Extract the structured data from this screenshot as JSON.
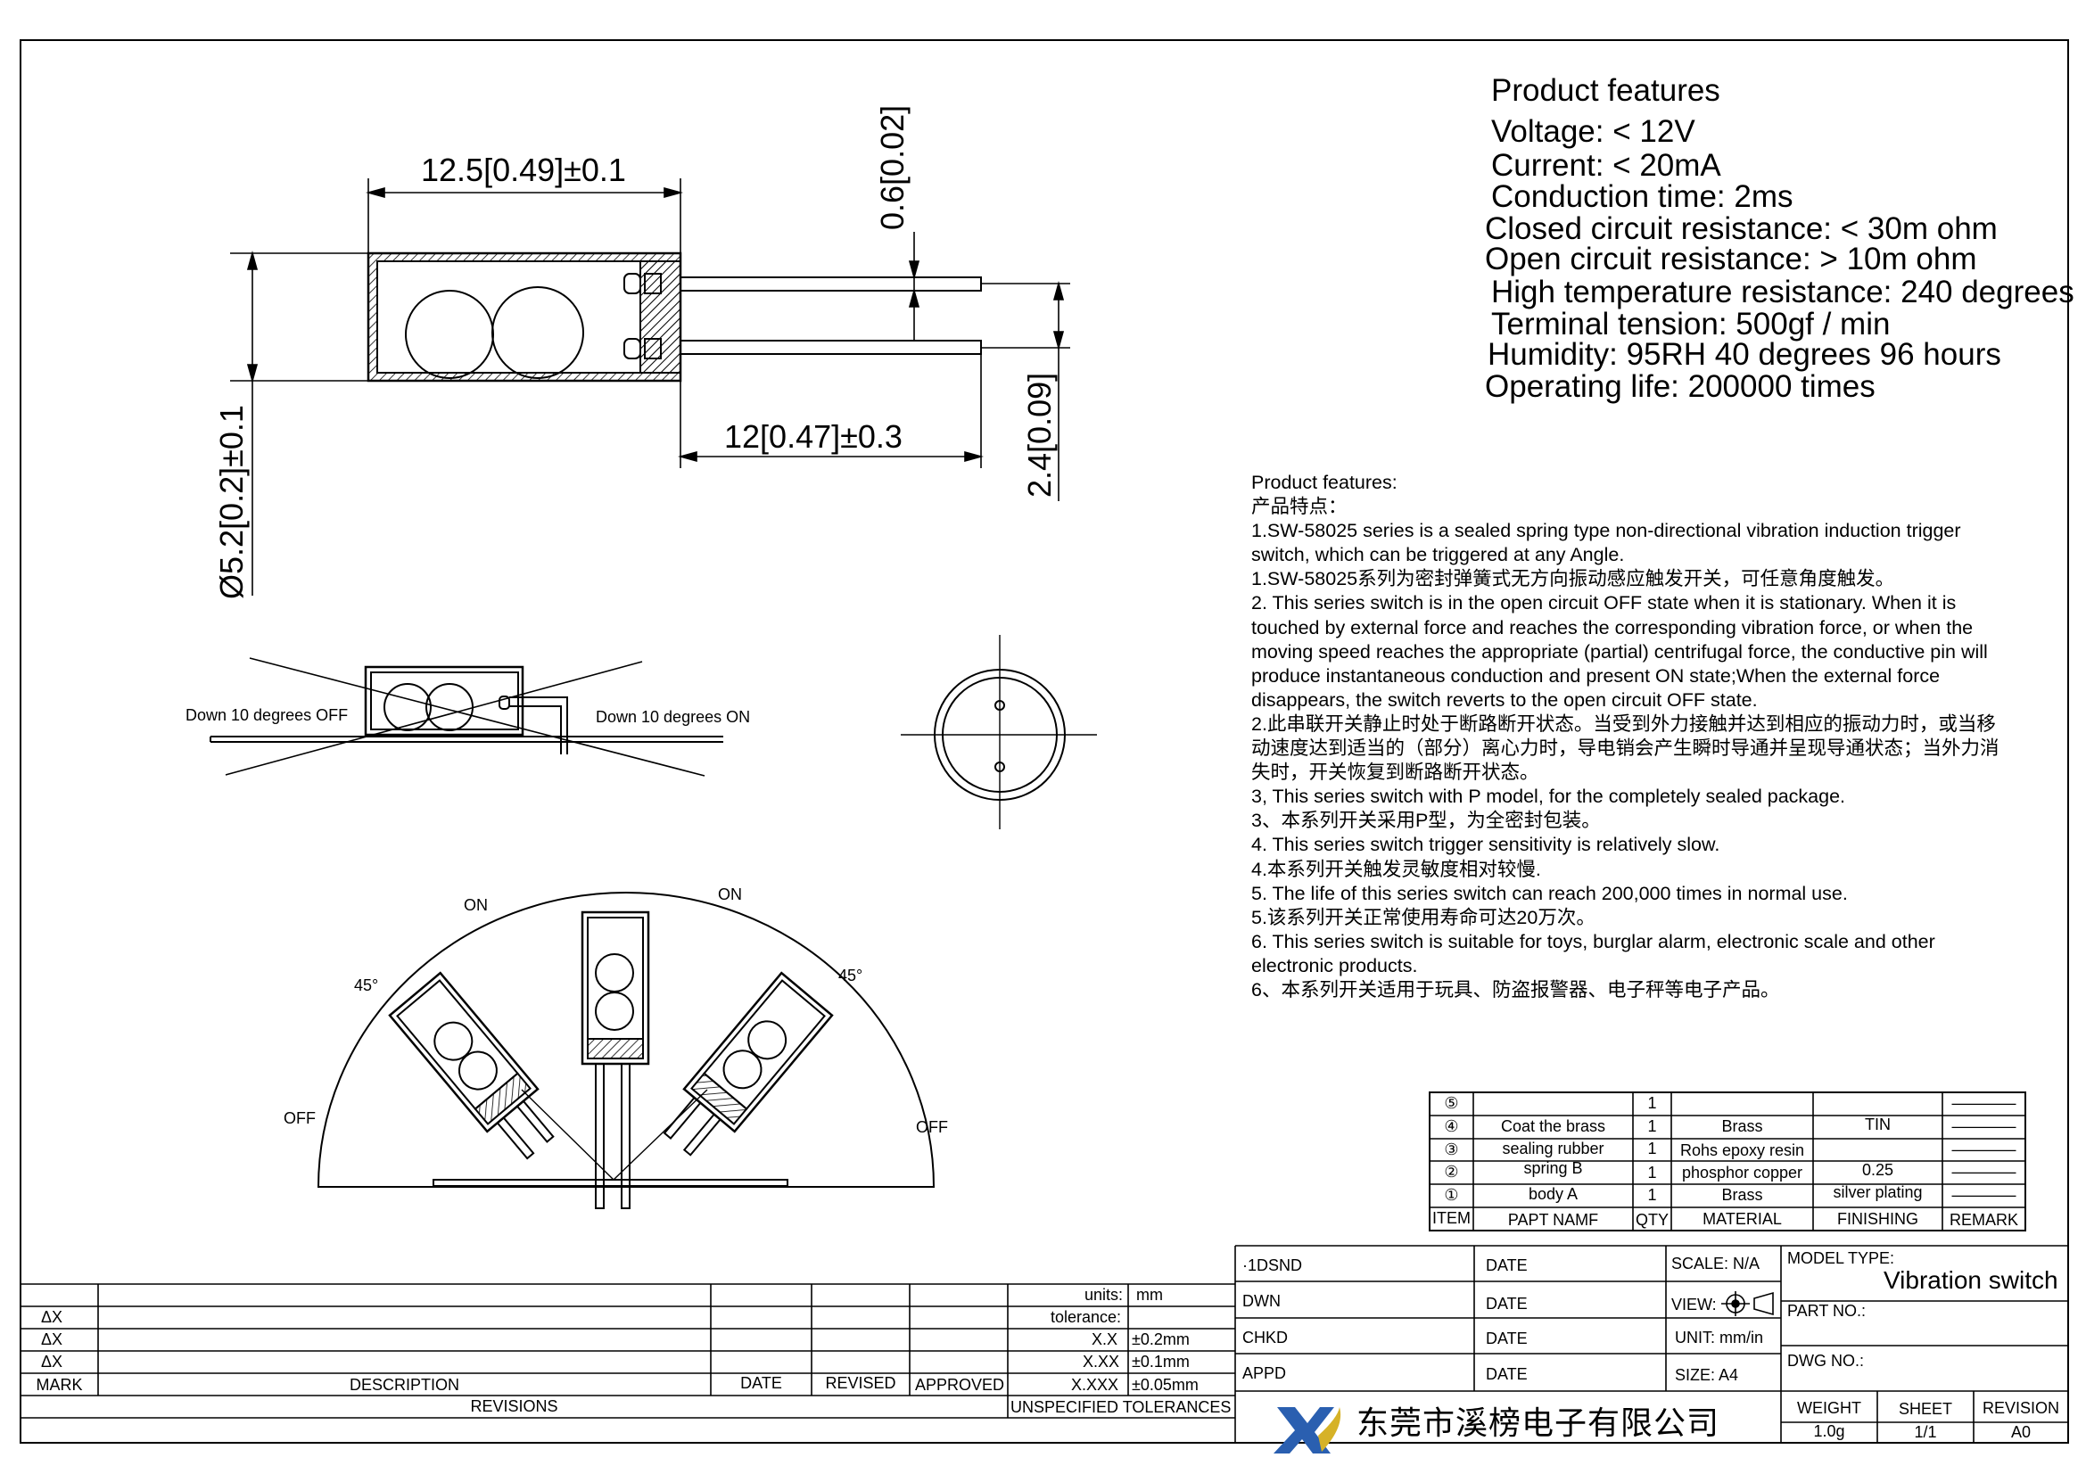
{
  "dimensions": {
    "width": "12.5[0.49]±0.1",
    "pin_gap": "0.6[0.02]",
    "diameter": "Ø5.2[0.2]±0.1",
    "pin_length": "12[0.47]±0.3",
    "pin_span": "2.4[0.09]"
  },
  "features_title": "Product features",
  "features": [
    "Voltage: < 12V",
    "Current: < 20mA",
    "Conduction time: 2ms",
    "Closed circuit resistance: < 30m ohm",
    "Open circuit resistance: > 10m ohm",
    "High temperature resistance: 240 degrees",
    "Terminal tension: 500gf / min",
    "Humidity: 95RH 40 degrees 96 hours",
    "Operating life: 200000 times"
  ],
  "tilt_labels": {
    "off": "Down 10 degrees OFF",
    "on": "Down 10 degrees ON"
  },
  "arc_labels": {
    "on_left": "ON",
    "on_right": "ON",
    "deg_left": "45°",
    "deg_right": "45°",
    "off_left": "OFF",
    "off_right": "OFF"
  },
  "notes": [
    "Product features:",
    "产品特点：",
    "1.SW-58025 series is a sealed spring type non-directional vibration induction trigger",
    "switch, which can be triggered at any Angle.",
    "1.SW-58025系列为密封弹簧式无方向振动感应触发开关，可任意角度触发。",
    "2. This series switch is in the open circuit OFF state when it is stationary. When it is",
    "touched by external force and reaches the corresponding vibration force, or when the",
    "moving speed reaches the appropriate (partial) centrifugal force, the conductive pin will",
    "produce instantaneous conduction and present ON state;When the external force",
    "disappears, the switch reverts to the open circuit OFF state.",
    "2.此串联开关静止时处于断路断开状态。当受到外力接触并达到相应的振动力时，或当移",
    "动速度达到适当的（部分）离心力时，导电销会产生瞬时导通并呈现导通状态；当外力消",
    "失时，开关恢复到断路断开状态。",
    "3, This series switch with P model, for the completely sealed package.",
    "3、本系列开关采用P型，为全密封包装。",
    "4. This series switch trigger sensitivity is relatively slow.",
    "4.本系列开关触发灵敏度相对较慢.",
    "5. The life of this series switch can reach 200,000 times in normal use.",
    "5.该系列开关正常使用寿命可达20万次。",
    "6. This series switch is suitable for toys, burglar alarm, electronic scale and other",
    "electronic products.",
    "6、本系列开关适用于玩具、防盗报警器、电子秤等电子产品。"
  ],
  "bom": {
    "rows": [
      {
        "item": "⑤",
        "part": "",
        "qty": "1",
        "material": "",
        "finishing": "",
        "remark": "————"
      },
      {
        "item": "④",
        "part": "Coat the brass",
        "qty": "1",
        "material": "Brass",
        "finishing": "TIN",
        "remark": "————"
      },
      {
        "item": "③",
        "part": "sealing rubber",
        "qty": "1",
        "material": "Rohs epoxy resin",
        "finishing": "",
        "remark": "————"
      },
      {
        "item": "②",
        "part": "spring  B",
        "qty": "1",
        "material": "phosphor copper",
        "finishing": "0.25",
        "remark": "————"
      },
      {
        "item": "①",
        "part": "body   A",
        "qty": "1",
        "material": "Brass",
        "finishing": "silver plating",
        "remark": "————"
      }
    ],
    "headers": {
      "item": "ITEM",
      "part": "PAPT NAMF",
      "qty": "QTY",
      "material": "MATERIAL",
      "finishing": "FINISHING",
      "remark": "REMARK"
    }
  },
  "revisions": {
    "marks": [
      "ΔX",
      "ΔX",
      "ΔX"
    ],
    "headers": {
      "mark": "MARK",
      "description": "DESCRIPTION",
      "date": "DATE",
      "revised": "REVISED",
      "approved": "APPROVED"
    },
    "footer": "REVISIONS"
  },
  "tolerances": {
    "units_label": "units:",
    "units_value": "mm",
    "tolerance_label": "tolerance:",
    "rows": [
      {
        "label": "X.X",
        "value": "±0.2mm"
      },
      {
        "label": "X.XX",
        "value": "±0.1mm"
      },
      {
        "label": "X.XXX",
        "value": "±0.05mm"
      }
    ],
    "footer": "UNSPECIFIED TOLERANCES"
  },
  "signoff": {
    "rows": [
      "·1DSND",
      "DWN",
      "CHKD",
      "APPD"
    ],
    "date_label": "DATE",
    "scale": "SCALE: N/A",
    "view": "VIEW:",
    "unit": "UNIT: mm/in",
    "size": "SIZE: A4"
  },
  "company": "东莞市溪榜电子有限公司",
  "title_block": {
    "model_type_label": "MODEL TYPE:",
    "model_type": "Vibration switch",
    "part_no_label": "PART NO.:",
    "dwg_no_label": "DWG NO.:",
    "weight_label": "WEIGHT",
    "weight": "1.0g",
    "sheet_label": "SHEET",
    "sheet": "1/1",
    "revision_label": "REVISION",
    "revision": "A0"
  }
}
